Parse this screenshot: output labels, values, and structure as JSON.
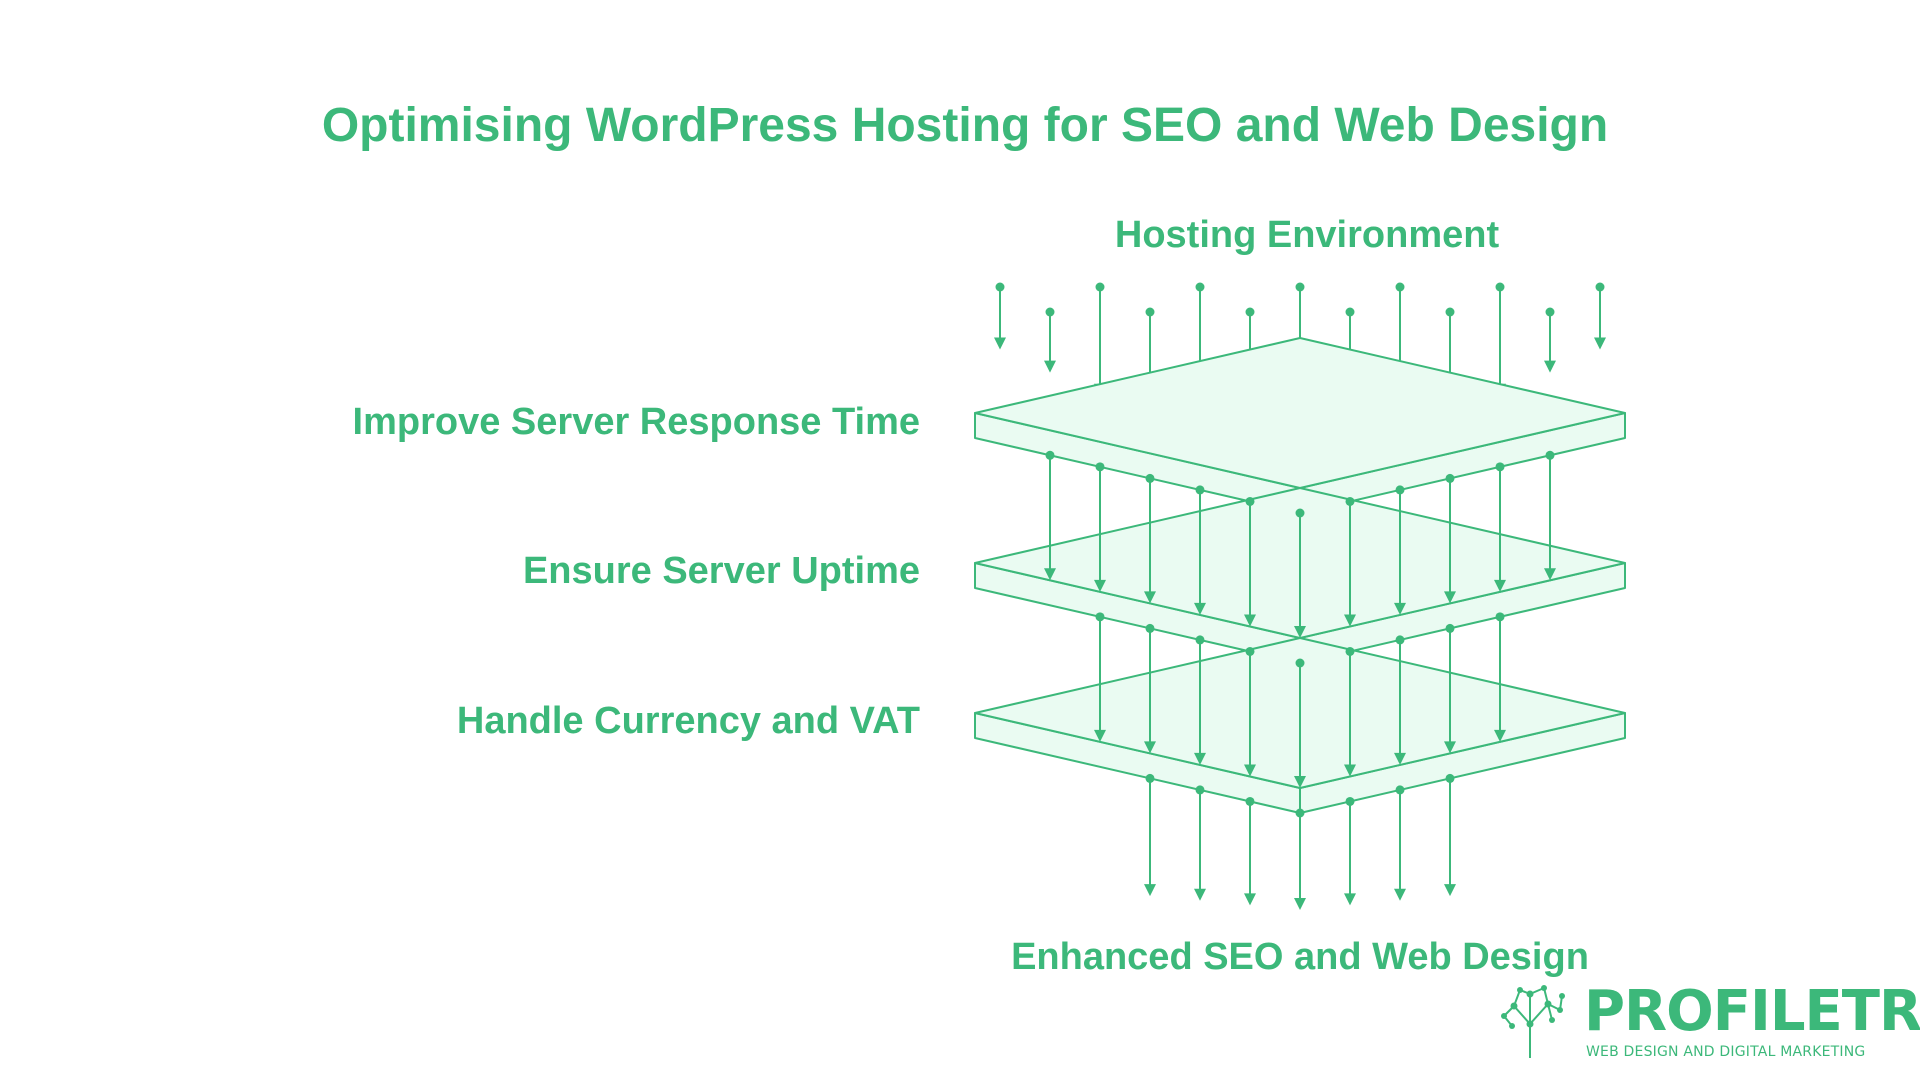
{
  "title": "Optimising WordPress Hosting for SEO and Web Design",
  "diagram": {
    "top_label": "Hosting Environment",
    "bottom_label": "Enhanced SEO and Web Design",
    "layers": [
      {
        "label": "Improve Server Response Time"
      },
      {
        "label": "Ensure Server Uptime"
      },
      {
        "label": "Handle Currency and VAT"
      }
    ]
  },
  "logo": {
    "name": "PROFILETREE",
    "tagline": "WEB DESIGN AND DIGITAL MARKETING",
    "icon": "tree-network-icon"
  },
  "colors": {
    "accent": "#3cb87a",
    "layer_fill": "#eafbf2"
  }
}
